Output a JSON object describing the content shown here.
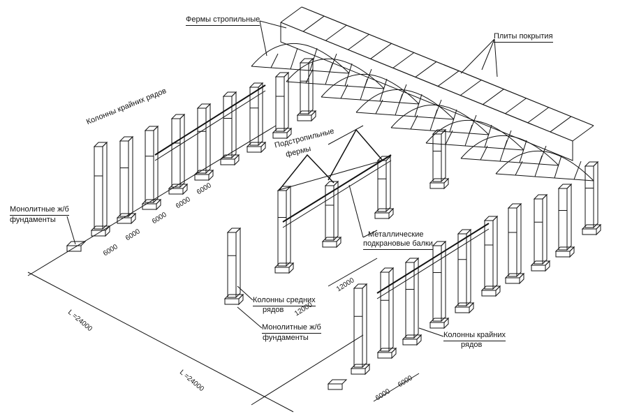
{
  "labels": {
    "trusses_rafter": "Фермы стропильные",
    "roof_slabs": "Плиты покрытия",
    "columns_outer_left": "Колонны крайних рядов",
    "monolithic_found_1_line1": "Монолитные ж/б",
    "monolithic_found_1_line2": "фундаменты",
    "subrafter_trusses_line1": "Подстропильные",
    "subrafter_trusses_line2": "фермы",
    "crane_beams_line1": "Металлические",
    "crane_beams_line2": "подкрановые балки",
    "columns_middle_line1": "Колонны средних",
    "columns_middle_line2": "рядов",
    "monolithic_found_2_line1": "Монолитные ж/б",
    "monolithic_found_2_line2": "фундаменты",
    "columns_outer_right_line1": "Колонны крайних",
    "columns_outer_right_line2": "рядов"
  },
  "dimensions": {
    "bay_1": "6000",
    "bay_2": "6000",
    "bay_3": "6000",
    "bay_4": "6000",
    "bay_5": "6000",
    "span_left": "L =24000",
    "span_bottom": "L =24000",
    "mid_12000_a": "12000",
    "mid_12000_b": "12000",
    "end_6000_a": "6000",
    "end_6000_b": "6000"
  },
  "colors": {
    "ink": "#111111",
    "paper": "#ffffff"
  }
}
